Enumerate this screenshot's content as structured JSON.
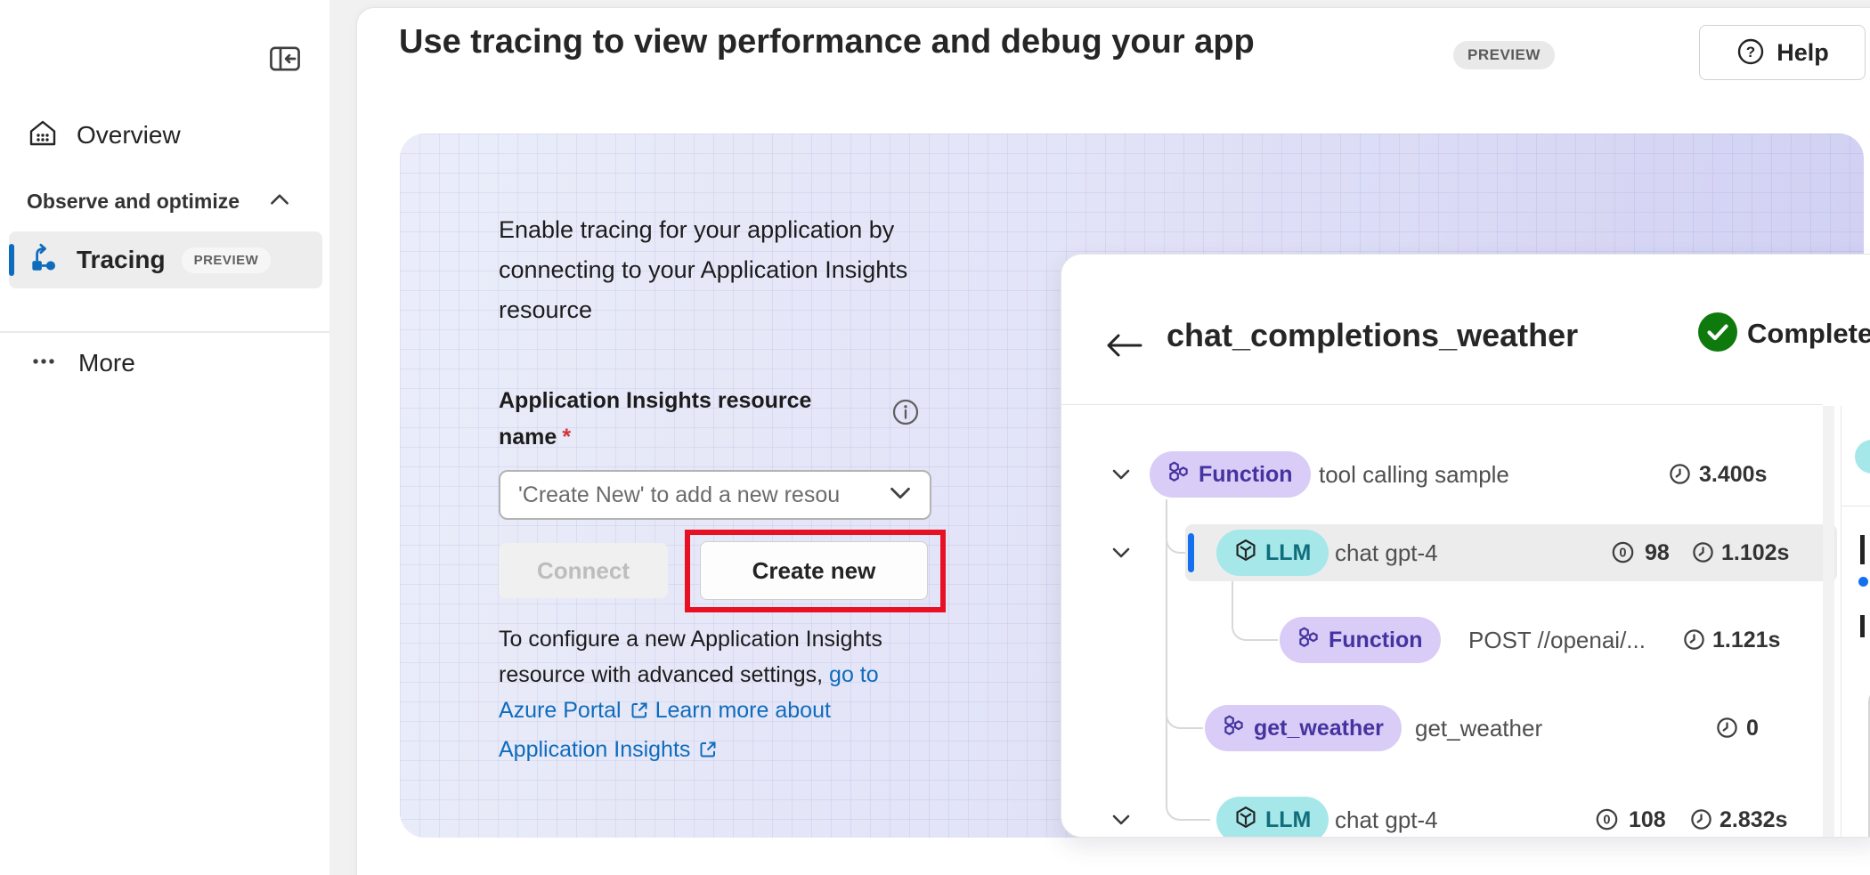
{
  "sidebar": {
    "overview": "Overview",
    "section": "Observe and optimize",
    "tracing": "Tracing",
    "tracing_badge": "PREVIEW",
    "more": "More"
  },
  "header": {
    "title": "Use tracing to view performance and debug your app",
    "badge": "PREVIEW",
    "help": "Help"
  },
  "panel": {
    "intro": "Enable tracing for your application by connecting to your Application Insights resource",
    "field_label": "Application Insights resource name",
    "required_marker": "*",
    "dropdown_placeholder": "'Create New' to add a new resou",
    "connect": "Connect",
    "create_new": "Create new",
    "footer_prefix": "To configure a new Application Insights resource with advanced settings, ",
    "link_azure_portal": "go to Azure Portal",
    "link_learn_more": "Learn more about Application Insights"
  },
  "trace": {
    "title": "chat_completions_weather",
    "status": "Completed",
    "rows": [
      {
        "type": "Function",
        "name": "tool calling sample",
        "duration": "3.400s"
      },
      {
        "type": "LLM",
        "name": "chat gpt-4",
        "tokens": "98",
        "duration": "1.102s"
      },
      {
        "type": "Function",
        "name": "POST //openai/...",
        "duration": "1.121s"
      },
      {
        "type": "get_weather",
        "name": "get_weather",
        "duration": "0"
      },
      {
        "type": "LLM",
        "name": "chat gpt-4",
        "tokens": "108",
        "duration": "2.832s"
      }
    ]
  },
  "icons": {
    "tracing": "flow-trace-icon",
    "overview": "home-icon",
    "help": "question-circle-icon",
    "info": "info-circle-icon",
    "status": "check-circle-icon",
    "duration": "clock-icon",
    "tokens": "token-count-icon",
    "links": "external-link-icon"
  },
  "colors": {
    "accent_blue": "#0f6cbd",
    "selection_blue": "#1570ef",
    "function_pill_bg": "#d9ccf7",
    "function_pill_text": "#45339f",
    "llm_pill_bg": "#a6e7ea",
    "llm_pill_text": "#0f6e7b",
    "status_green": "#0e7a0e",
    "annotation_red": "#e81123",
    "required_red": "#d13438",
    "selected_row_bg": "#ececec"
  }
}
